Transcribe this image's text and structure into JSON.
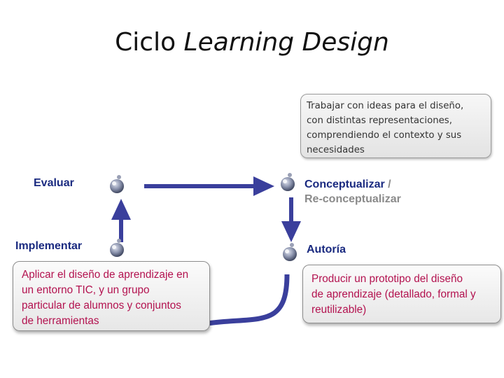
{
  "title": {
    "plain": "Ciclo ",
    "italic": "Learning Design"
  },
  "top_callout": {
    "lines": [
      "Trabajar con ideas para el diseño,",
      "con distintas representaciones,",
      "comprendiendo el contexto y sus",
      "necesidades"
    ]
  },
  "stages": {
    "evaluar": "Evaluar",
    "conceptualizar": "Conceptualizar",
    "conceptualizar_sep": "/",
    "reconceptualizar": "Re-conceptualizar",
    "implementar": "Implementar",
    "autoria": "Autoría"
  },
  "implementar_box": {
    "lines": [
      "Aplicar el diseño de aprendizaje en",
      "un entorno TIC, y un grupo",
      "particular de alumnos y conjuntos",
      "de herramientas"
    ]
  },
  "autoria_box": {
    "lines": [
      "Producir un prototipo del diseño",
      "de aprendizaje (detallado, formal y",
      "reutilizable)"
    ]
  },
  "colors": {
    "arrow": "#3a3f9c",
    "label": "#1a2a80",
    "box_text": "#b3124f",
    "sub_label": "#8a8a8a"
  },
  "icons": [
    "gear-icon"
  ]
}
